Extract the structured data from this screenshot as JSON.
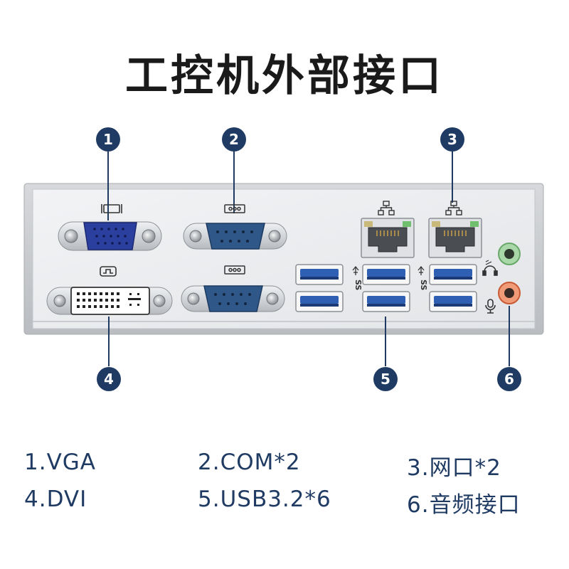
{
  "title": "工控机外部接口",
  "badges": [
    "1",
    "2",
    "3",
    "4",
    "5",
    "6"
  ],
  "legend": [
    "1.VGA",
    "2.COM*2",
    "3.网口*2",
    "4.DVI",
    "5.USB3.2*6",
    "6.音频接口"
  ],
  "icons": [
    "vga-icon",
    "serial-port-icon",
    "network-icon",
    "dvi-icon",
    "usb-ss-icon",
    "headphone-icon",
    "microphone-icon"
  ],
  "colors": {
    "badge": "#1f3b63",
    "legend_text": "#1f3b63",
    "panel": "#e9eaec",
    "vga_port": "#2a3f9e",
    "com_port": "#2f5787",
    "usb_blue": "#2e5fb3",
    "line_in_green": "#7bc47f",
    "mic_orange": "#e8734a"
  }
}
